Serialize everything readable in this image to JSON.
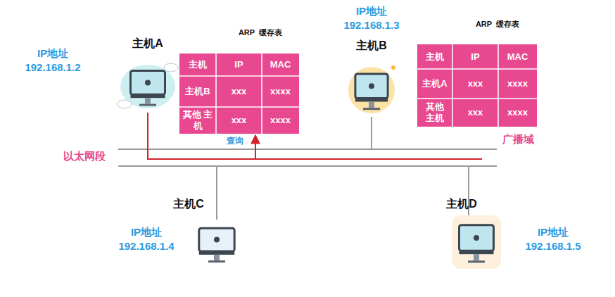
{
  "diagram": {
    "nodes": [
      {
        "text": [
          "主机A",
          "IP地址 192.168.1.2"
        ]
      },
      {
        "text": [
          "ARP  缓存表"
        ]
      },
      {
        "text": [
          "IP地址 192.168.1.3",
          "主机B"
        ]
      },
      {
        "text": [
          "ARP  缓存表"
        ]
      },
      {
        "text": [
          "主机C",
          "IP地址 192.168.1.4"
        ]
      },
      {
        "text": [
          "主机D",
          "IP地址 192.168.1.5"
        ]
      }
    ],
    "edges": [
      {
        "from": 0,
        "to": 1,
        "label": "查询",
        "arrow": "to"
      }
    ],
    "labels": [
      "主机",
      "IP",
      "MAC",
      "主机B",
      "xxx",
      "xxxx",
      "其他 主机",
      "xxx",
      "xxxx",
      "主机",
      "IP",
      "MAC",
      "主机A",
      "xxx",
      "xxxx",
      "其他 主机",
      "xxx",
      "xxxx",
      "以太网段",
      "广播域"
    ]
  }
}
